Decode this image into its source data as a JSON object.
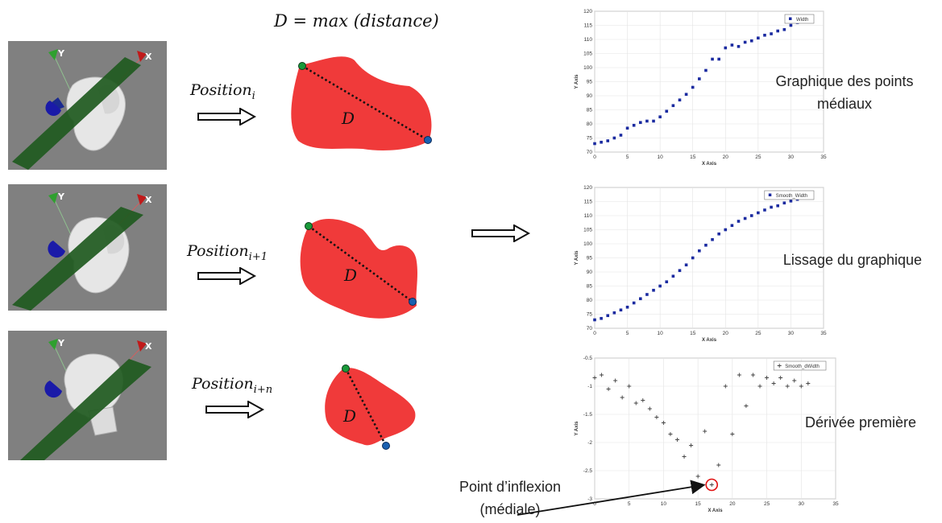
{
  "header": {
    "formula": "D = max (distance)"
  },
  "rows": [
    {
      "position_base": "Position",
      "position_sub": "i",
      "distance_label": "D"
    },
    {
      "position_base": "Position",
      "position_sub": "i+1",
      "distance_label": "D"
    },
    {
      "position_base": "Position",
      "position_sub": "i+n",
      "distance_label": "D"
    }
  ],
  "plane_color": "#1f5a1f",
  "shape_color": "#f03a3a",
  "endpoint_colors": {
    "start": "#1a9a3a",
    "end": "#1a60b0"
  },
  "axis_labels": {
    "y": "Y",
    "x": "X"
  },
  "labels": {
    "graph1": "Graphique des points médiaux",
    "graph2": "Lissage du graphique",
    "graph3": "Dérivée première",
    "inflexion_line1": "Point d’inflexion",
    "inflexion_line2": "(médiale)"
  },
  "chart_data": [
    {
      "type": "scatter",
      "legend": "Width",
      "legend_position": "top-right",
      "xlabel": "X Axis",
      "ylabel": "Y Axis",
      "xlim": [
        0,
        35
      ],
      "ylim": [
        70,
        120
      ],
      "xticks": [
        "0",
        "5",
        "10",
        "15",
        "20",
        "25",
        "30",
        "35"
      ],
      "yticks": [
        "70",
        "75",
        "80",
        "85",
        "90",
        "95",
        "100",
        "105",
        "110",
        "115",
        "120"
      ],
      "x": [
        0,
        1,
        2,
        3,
        4,
        5,
        6,
        7,
        8,
        9,
        10,
        11,
        12,
        13,
        14,
        15,
        16,
        17,
        18,
        19,
        20,
        21,
        22,
        23,
        24,
        25,
        26,
        27,
        28,
        29,
        30,
        31,
        32
      ],
      "y": [
        73,
        73.5,
        74,
        75,
        76,
        78.5,
        79.5,
        80.5,
        81,
        81,
        82.5,
        84.5,
        86.5,
        88.5,
        90.5,
        93,
        96,
        99,
        103,
        103,
        107,
        108,
        107.5,
        109,
        109.5,
        110.5,
        111.5,
        112,
        113,
        113.5,
        115,
        116,
        116.5
      ],
      "marker": "square",
      "color": "#1a2aa0",
      "grid": true
    },
    {
      "type": "scatter",
      "legend": "Smooth_Width",
      "legend_position": "top-right",
      "xlabel": "X Axis",
      "ylabel": "Y Axis",
      "xlim": [
        0,
        35
      ],
      "ylim": [
        70,
        120
      ],
      "xticks": [
        "0",
        "5",
        "10",
        "15",
        "20",
        "25",
        "30",
        "35"
      ],
      "yticks": [
        "70",
        "75",
        "80",
        "85",
        "90",
        "95",
        "100",
        "105",
        "110",
        "115",
        "120"
      ],
      "x": [
        0,
        1,
        2,
        3,
        4,
        5,
        6,
        7,
        8,
        9,
        10,
        11,
        12,
        13,
        14,
        15,
        16,
        17,
        18,
        19,
        20,
        21,
        22,
        23,
        24,
        25,
        26,
        27,
        28,
        29,
        30,
        31,
        32
      ],
      "y": [
        73,
        73.5,
        74.5,
        75.5,
        76.5,
        77.5,
        79,
        80.5,
        82,
        83.5,
        85,
        86.5,
        88.5,
        90.5,
        92.5,
        95,
        97.5,
        99.5,
        101.5,
        103.5,
        105,
        106.5,
        108,
        109,
        110,
        111,
        112,
        113,
        113.5,
        114.5,
        115.2,
        115.8,
        116.5
      ],
      "marker": "square",
      "color": "#1a2aa0",
      "grid": true
    },
    {
      "type": "scatter",
      "legend": "Smooth_dWidth",
      "legend_position": "top-right",
      "xlabel": "X Axis",
      "ylabel": "Y Axis",
      "xlim": [
        0,
        35
      ],
      "ylim": [
        -3,
        -0.5
      ],
      "xticks": [
        "0",
        "5",
        "10",
        "15",
        "20",
        "25",
        "30",
        "35"
      ],
      "yticks": [
        "-3",
        "-2.5",
        "-2",
        "-1.5",
        "-1",
        "-0.5"
      ],
      "x": [
        0,
        1,
        2,
        3,
        4,
        5,
        6,
        7,
        8,
        9,
        10,
        11,
        12,
        13,
        14,
        15,
        16,
        17,
        18,
        19,
        20,
        21,
        22,
        23,
        24,
        25,
        26,
        27,
        28,
        29,
        30,
        31
      ],
      "y": [
        -0.85,
        -0.8,
        -1.05,
        -0.9,
        -1.2,
        -1.0,
        -1.3,
        -1.25,
        -1.4,
        -1.55,
        -1.65,
        -1.85,
        -1.95,
        -2.25,
        -2.05,
        -2.6,
        -1.8,
        -2.75,
        -2.4,
        -1.0,
        -1.85,
        -0.8,
        -1.35,
        -0.8,
        -1.0,
        -0.85,
        -0.95,
        -0.85,
        -1.0,
        -0.9,
        -1.0,
        -0.95
      ],
      "marker": "plus",
      "color": "#444444",
      "highlight": {
        "x": 17,
        "y": -2.75,
        "label": "Point d’inflexion (médiale)"
      },
      "grid": true
    }
  ]
}
